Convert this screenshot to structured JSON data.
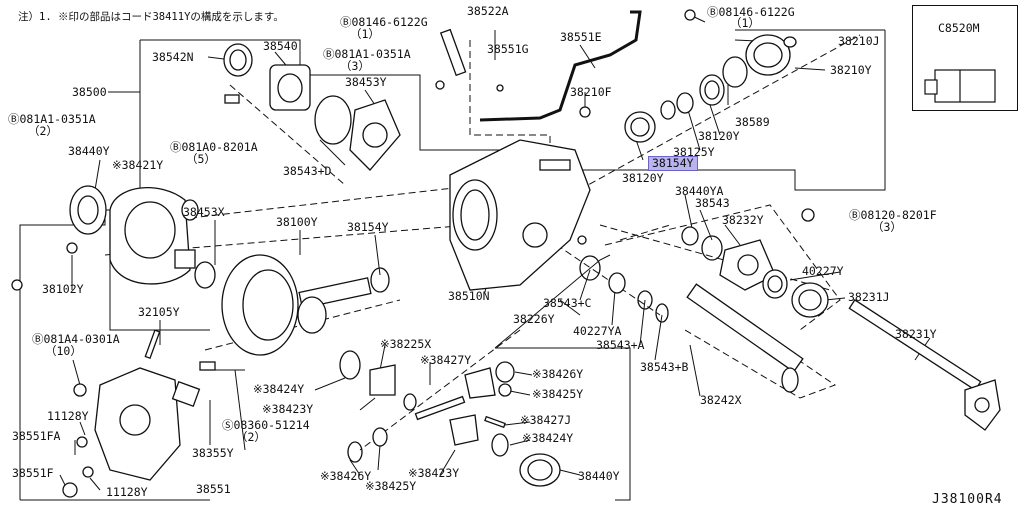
{
  "note": "注）1. ※印の部品はコード38411Yの構成を示します。",
  "diagram_ref": "J38100R4",
  "inset": {
    "part": "C8520M"
  },
  "colors": {
    "highlight_fill": "#b9b3ee",
    "highlight_border": "#6b63c9",
    "line": "#111111"
  },
  "labels": {
    "p38522A": "38522A",
    "b08146a": "Ⓑ08146-6122G",
    "b08146a_q": "（1）",
    "b08146b": "Ⓑ08146-6122G",
    "b08146b_q": "（1）",
    "p38551E": "38551E",
    "p38210J": "38210J",
    "p38210Y": "38210Y",
    "p38542N": "38542N",
    "p38540": "38540",
    "b081A1a": "Ⓑ081A1-0351A",
    "b081A1a_q": "（3）",
    "p38551G": "38551G",
    "p38453Y": "38453Y",
    "p38500": "38500",
    "p38210F": "38210F",
    "p38589": "38589",
    "p38120Ya": "38120Y",
    "b081A1b": "Ⓑ081A1-0351A",
    "b081A1b_q": "（2）",
    "b081A0": "Ⓑ081A0-8201A",
    "b081A0_q": "（5）",
    "p38125Y": "38125Y",
    "p38154Y_hi": "38154Y",
    "p38440Ya": "38440Y",
    "p38421Y": "※38421Y",
    "p38543D": "38543+D",
    "p38120Yb": "38120Y",
    "p38440YA": "38440YA",
    "p38543": "38543",
    "p38453X": "38453X",
    "p38100Y": "38100Y",
    "p38154Y": "38154Y",
    "p38232Y": "38232Y",
    "b08120": "Ⓑ08120-8201F",
    "b08120_q": "（3）",
    "p40227Y": "40227Y",
    "p38102Y": "38102Y",
    "p38510N": "38510N",
    "p38543C": "38543+C",
    "p38231J": "38231J",
    "p32105Y": "32105Y",
    "p38226Y": "38226Y",
    "p40227YA": "40227YA",
    "p38231Y": "38231Y",
    "b081A4": "Ⓑ081A4-0301A",
    "b081A4_q": "（10）",
    "p38543A": "38543+A",
    "p38225X": "※38225X",
    "p38427Ya": "※38427Y",
    "p38543B": "38543+B",
    "p38424Ya": "※38424Y",
    "p38426Ya": "※38426Y",
    "p38423Ya": "※38423Y",
    "p38425Ya": "※38425Y",
    "p38242X": "38242X",
    "p11128Ya": "11128Y",
    "s08360": "Ⓢ08360-51214",
    "s08360_q": "（2）",
    "p38427J": "※38427J",
    "p38551FA": "38551FA",
    "p38424Yb": "※38424Y",
    "p38355Y": "38355Y",
    "p38551F": "38551F",
    "p38426Yb": "※38426Y",
    "p38423Yb": "※38423Y",
    "p38440Yb": "38440Y",
    "p11128Yb": "11128Y",
    "p38551": "38551",
    "p38425Yb": "※38425Y"
  }
}
